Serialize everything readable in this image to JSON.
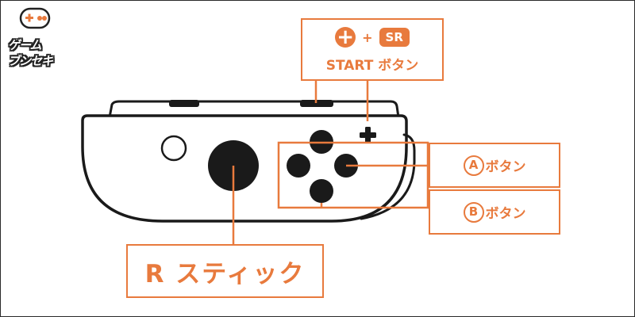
{
  "logo": {
    "line1": "ゲーム",
    "line2": "ブンセキ",
    "icon": "gamepad-icon"
  },
  "labels": {
    "plus_symbol": "+",
    "joiner": "+",
    "sr": "SR",
    "start": "START ボタン",
    "a_letter": "A",
    "a_text": "ボタン",
    "b_letter": "B",
    "b_text": "ボタン",
    "r_stick": "R スティック"
  },
  "colors": {
    "accent": "#e87a3d",
    "outline": "#1a1a1a",
    "controller_fill": "#ffffff"
  }
}
